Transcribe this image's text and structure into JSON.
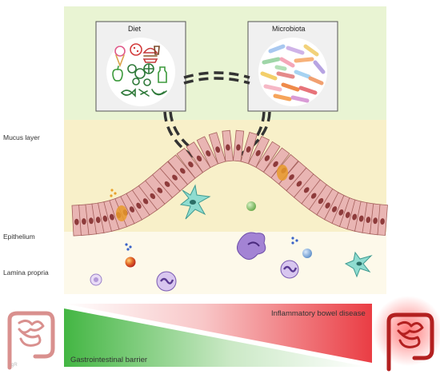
{
  "boxes": {
    "diet": {
      "label": "Diet"
    },
    "microbiota": {
      "label": "Microbiota"
    }
  },
  "layers": {
    "mucus": "Mucus layer",
    "epithelium": "Epithelium",
    "lamina": "Lamina propria"
  },
  "gradient": {
    "ibd": "Inflammatory bowel disease",
    "barrier": "Gastrointestinal barrier"
  },
  "colors": {
    "top_band": "#e9f4d3",
    "mucus": "#f7efc8",
    "lamina": "#fdf9ea",
    "cell": "#e9b5b3",
    "cell_border": "#a5605c",
    "nucleus": "#8e3b3b",
    "red_gradient": "#ec4b51",
    "green_gradient": "#4dbb4d"
  },
  "icons": [
    "ice-cream-icon",
    "pizza-icon",
    "burger-icon",
    "apple-icon",
    "orange-icon",
    "bottle-icon",
    "fish-icon",
    "banana-icon",
    "carrot-icon",
    "bacteria-icon",
    "intestine-icon"
  ]
}
